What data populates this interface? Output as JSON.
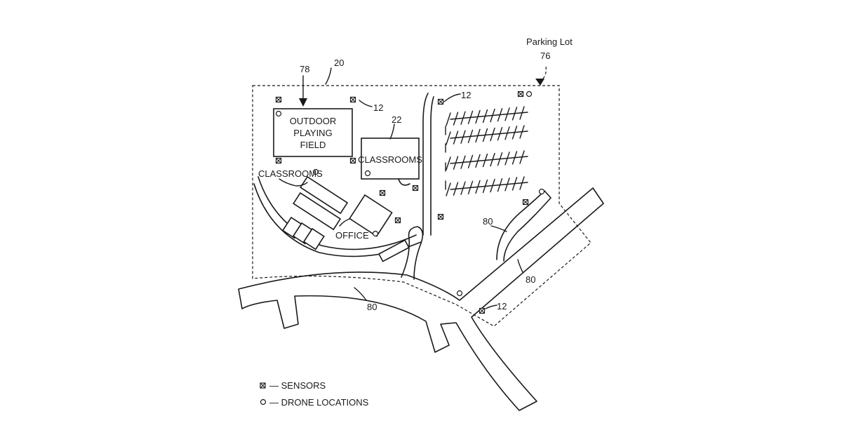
{
  "labels": {
    "parking_lot_title": "Parking Lot",
    "parking_lot_ref": "76",
    "boundary_ref": "20",
    "field_ref": "78",
    "field_line1": "OUTDOOR",
    "field_line2": "PLAYING",
    "field_line3": "FIELD",
    "classrooms_ref": "22",
    "classrooms_top": "CLASSROOMS",
    "classrooms_left": "CLASSROOMS",
    "office": "OFFICE",
    "sensor_ref_top": "12",
    "sensor_ref_parking": "12",
    "sensor_ref_bottom": "12",
    "road_ref_main": "80",
    "road_ref_ramp": "80",
    "road_ref_right": "80"
  },
  "legend": {
    "sensors": "— SENSORS",
    "drones": "— DRONE LOCATIONS"
  },
  "icons": {
    "sensor": "boxed-x-icon",
    "drone": "circle-icon"
  }
}
